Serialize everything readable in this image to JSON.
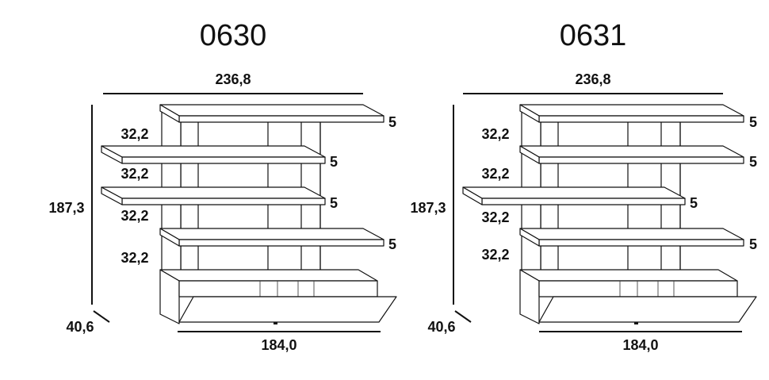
{
  "diagrams": [
    {
      "model": "0630",
      "width_label": "236,8",
      "height_label": "187,3",
      "depth_label": "40,6",
      "base_label": "184,0",
      "shelf_spacing_labels": [
        "32,2",
        "32,2",
        "32,2",
        "32,2"
      ],
      "shelf_thickness_labels": [
        "5",
        "5",
        "5",
        "5"
      ]
    },
    {
      "model": "0631",
      "width_label": "236,8",
      "height_label": "187,3",
      "depth_label": "40,6",
      "base_label": "184,0",
      "shelf_spacing_labels": [
        "32,2",
        "32,2",
        "32,2",
        "32,2"
      ],
      "shelf_thickness_labels": [
        "5",
        "5",
        "5",
        "5"
      ]
    }
  ]
}
